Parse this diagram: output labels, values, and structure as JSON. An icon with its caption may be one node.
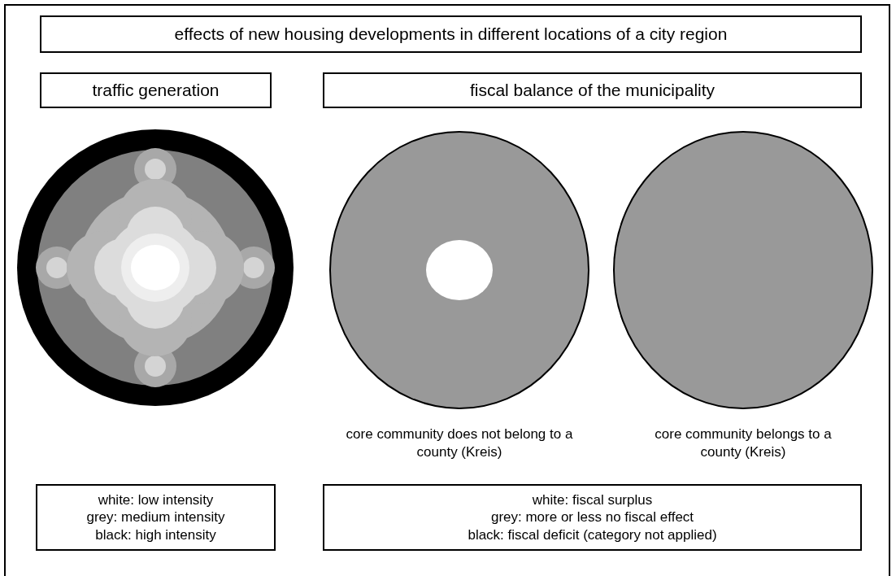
{
  "diagram": {
    "nodes": [
      {
        "text": [
          "effects of new housing developments in different locations of a city region"
        ]
      },
      {
        "text": [
          "traffic generation"
        ]
      },
      {
        "text": [
          "fiscal balance of the municipality"
        ]
      },
      {
        "text": [
          "white: low intensity",
          "grey: medium intensity",
          "black: high intensity"
        ]
      },
      {
        "text": [
          "white: fiscal surplus",
          "grey: more or less no fiscal effect",
          "black: fiscal deficit (category not applied)"
        ]
      }
    ],
    "labels": [
      "core community does not belong to a county (Kreis)",
      "core community belongs to a county (Kreis)"
    ]
  }
}
